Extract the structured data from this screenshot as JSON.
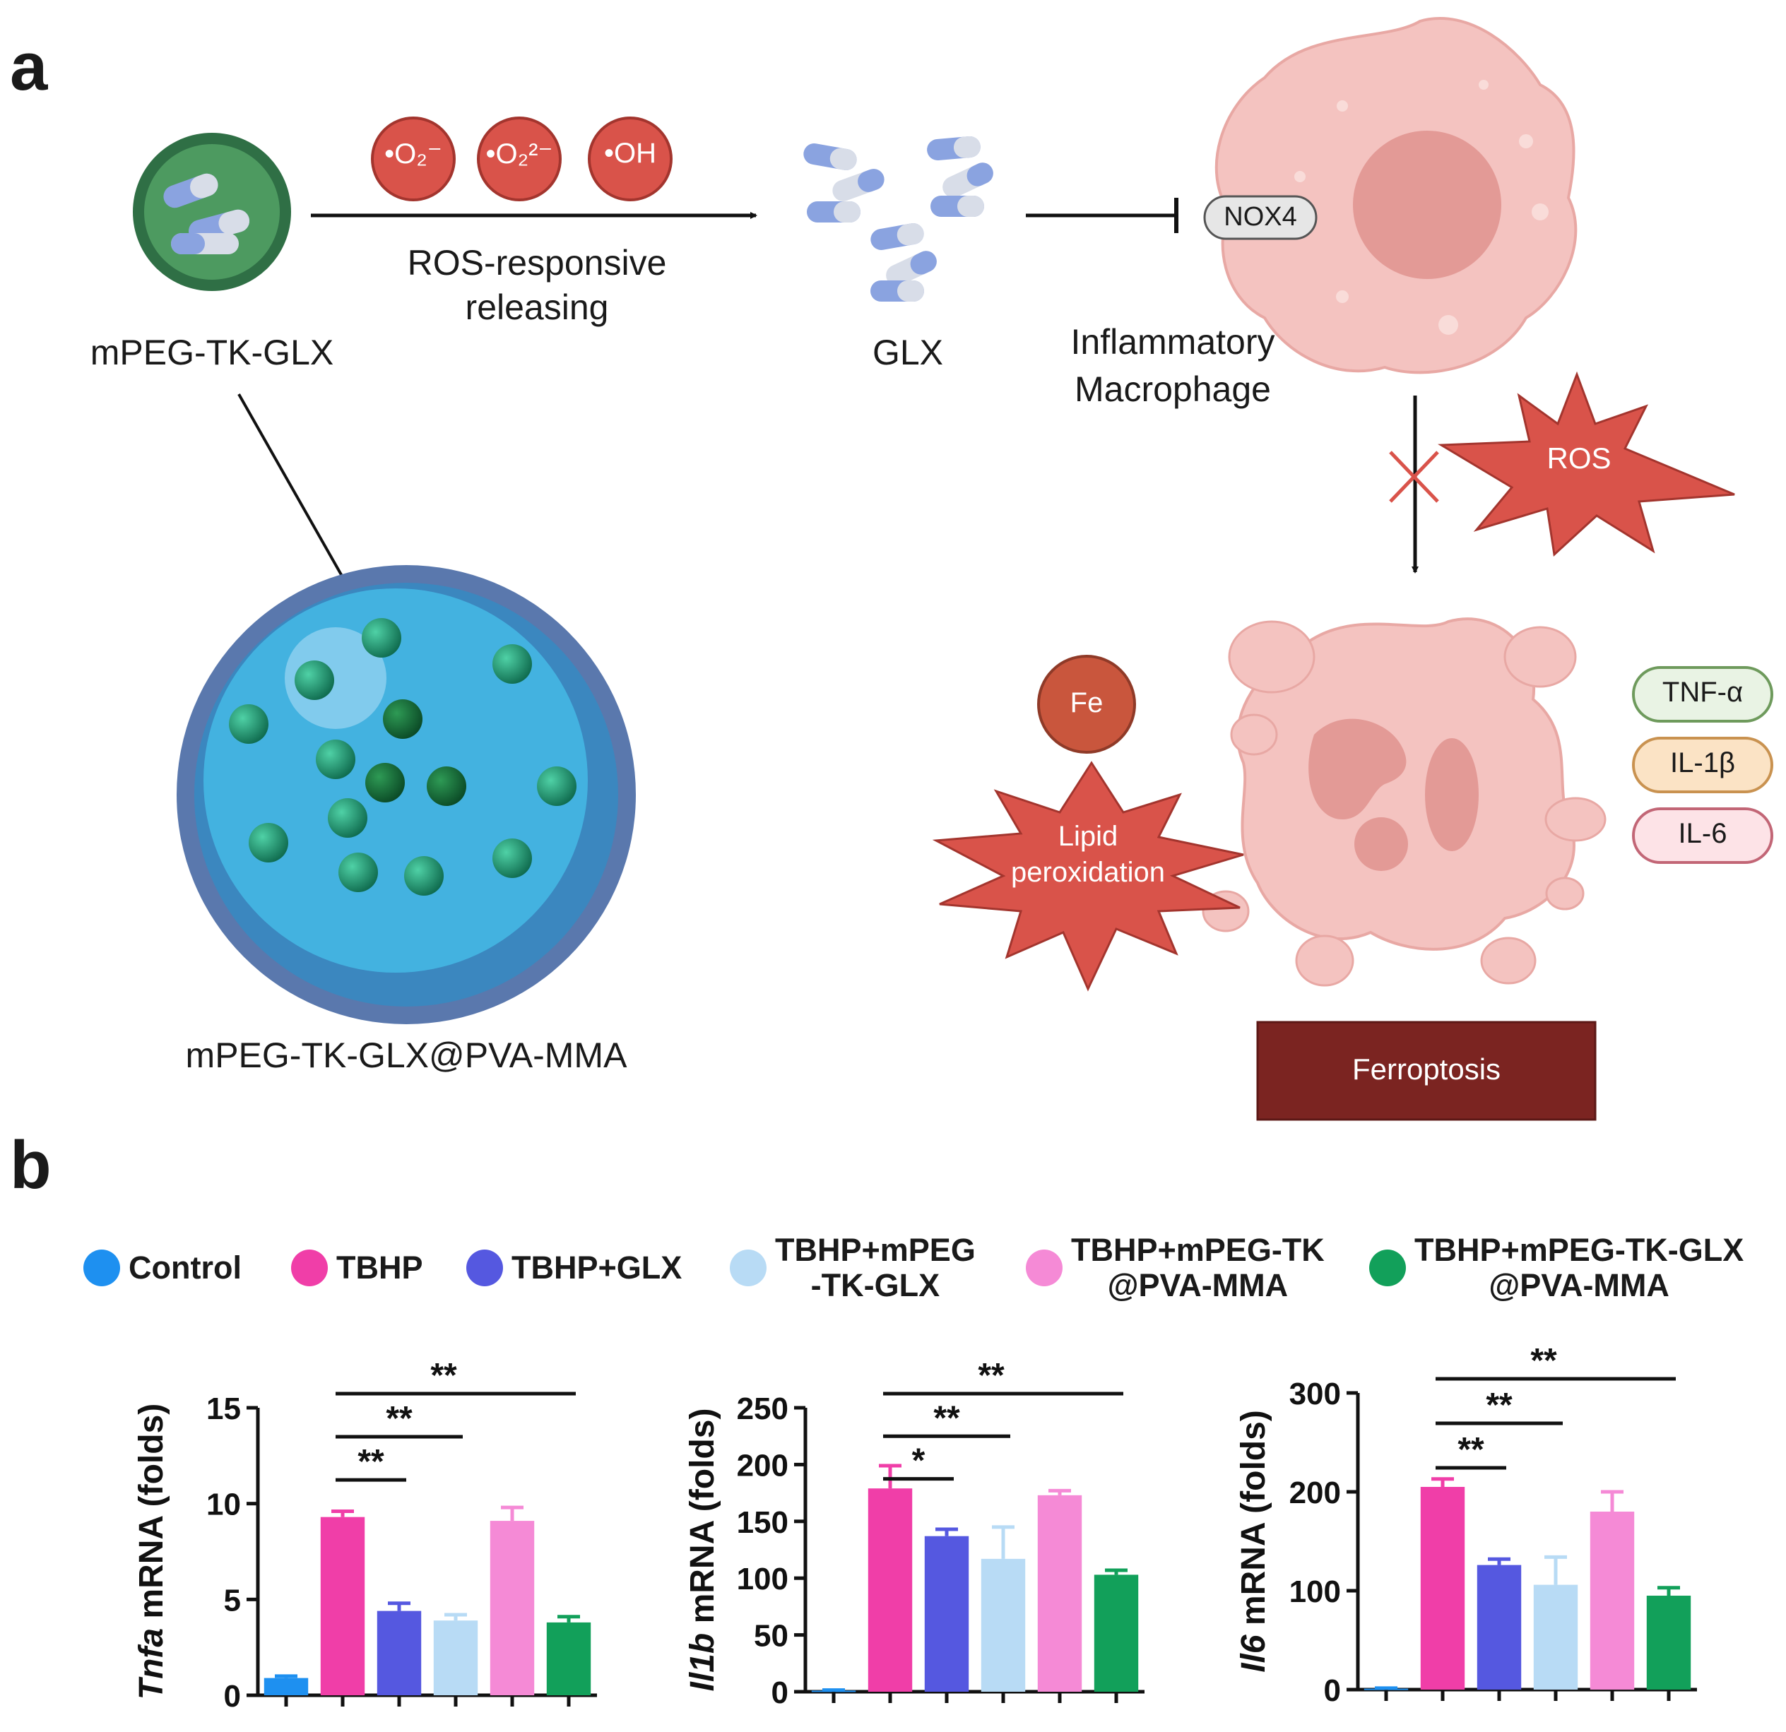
{
  "panel_a": {
    "letter": "a",
    "nanoparticle_label": "mPEG-TK-GLX",
    "ros_species": [
      "•O₂⁻",
      "•O₂²⁻",
      "•OH"
    ],
    "release_label_line1": "ROS-responsive",
    "release_label_line2": "releasing",
    "drug_label": "GLX",
    "target_label": "NOX4",
    "macrophage_label_line1": "Inflammatory",
    "macrophage_label_line2": "Macrophage",
    "ros_burst_label": "ROS",
    "fe_label": "Fe",
    "lipid_label_line1": "Lipid",
    "lipid_label_line2": "peroxidation",
    "cytokines": [
      "TNF-α",
      "IL-1β",
      "IL-6"
    ],
    "outcome_label": "Ferroptosis",
    "hydrogel_label": "mPEG-TK-GLX@PVA-MMA",
    "colors": {
      "ros_red": "#d9534a",
      "cell_pink": "#f4c3c0",
      "nucleus": "#e39a96",
      "outcome": "#7b2421",
      "hydrogel": "#3fa7d6",
      "particle_green": "#1c8a66"
    }
  },
  "panel_b": {
    "letter": "b",
    "legend": [
      {
        "label": "Control",
        "color": "#1e90f0"
      },
      {
        "label": "TBHP",
        "color": "#f03ea8"
      },
      {
        "label": "TBHP+GLX",
        "color": "#5558e0"
      },
      {
        "label": "TBHP+mPEG\n-TK-GLX",
        "color": "#b8dbf5"
      },
      {
        "label": "TBHP+mPEG-TK\n@PVA-MMA",
        "color": "#f58ad6"
      },
      {
        "label": "TBHP+mPEG-TK-GLX\n@PVA-MMA",
        "color": "#12a05a"
      }
    ]
  },
  "chart_data": [
    {
      "type": "bar",
      "ylabel_italic": "Tnfa",
      "ylabel_rest": " mRNA (folds)",
      "ylim": [
        0,
        15
      ],
      "yticks": [
        0,
        5,
        10,
        15
      ],
      "categories": [
        "Control",
        "TBHP",
        "TBHP+GLX",
        "TBHP+mPEG-TK-GLX",
        "TBHP+mPEG-TK@PVA-MMA",
        "TBHP+mPEG-TK-GLX@PVA-MMA"
      ],
      "values": [
        0.9,
        9.3,
        4.4,
        3.9,
        9.1,
        3.8
      ],
      "errors": [
        0.1,
        0.3,
        0.4,
        0.3,
        0.7,
        0.3
      ],
      "significance": [
        {
          "from": 1,
          "to": 2,
          "label": "**"
        },
        {
          "from": 1,
          "to": 3,
          "label": "**"
        },
        {
          "from": 1,
          "to": 5,
          "label": "**"
        }
      ]
    },
    {
      "type": "bar",
      "ylabel_italic": "Il1b",
      "ylabel_rest": " mRNA (folds)",
      "ylim": [
        0,
        250
      ],
      "yticks": [
        0,
        50,
        100,
        150,
        200,
        250
      ],
      "categories": [
        "Control",
        "TBHP",
        "TBHP+GLX",
        "TBHP+mPEG-TK-GLX",
        "TBHP+mPEG-TK@PVA-MMA",
        "TBHP+mPEG-TK-GLX@PVA-MMA"
      ],
      "values": [
        1,
        179,
        137,
        117,
        173,
        103
      ],
      "errors": [
        0.5,
        20,
        6,
        28,
        4,
        4
      ],
      "significance": [
        {
          "from": 1,
          "to": 2,
          "label": "*"
        },
        {
          "from": 1,
          "to": 3,
          "label": "**"
        },
        {
          "from": 1,
          "to": 5,
          "label": "**"
        }
      ]
    },
    {
      "type": "bar",
      "ylabel_italic": "Il6",
      "ylabel_rest": " mRNA (folds)",
      "ylim": [
        0,
        300
      ],
      "yticks": [
        0,
        100,
        200,
        300
      ],
      "categories": [
        "Control",
        "TBHP",
        "TBHP+GLX",
        "TBHP+mPEG-TK-GLX",
        "TBHP+mPEG-TK@PVA-MMA",
        "TBHP+mPEG-TK-GLX@PVA-MMA"
      ],
      "values": [
        1,
        205,
        126,
        106,
        180,
        95
      ],
      "errors": [
        0.5,
        8,
        6,
        28,
        20,
        8
      ],
      "significance": [
        {
          "from": 1,
          "to": 2,
          "label": "**"
        },
        {
          "from": 1,
          "to": 3,
          "label": "**"
        },
        {
          "from": 1,
          "to": 5,
          "label": "**"
        }
      ]
    }
  ]
}
